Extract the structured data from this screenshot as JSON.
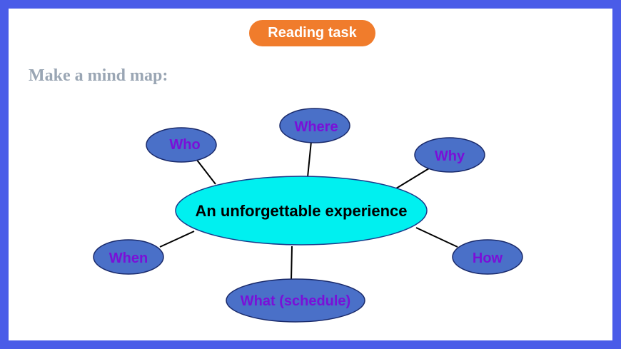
{
  "header": {
    "badge_label": "Reading task"
  },
  "instruction": "Make a mind map:",
  "mind_map": {
    "center": "An unforgettable experience",
    "nodes": {
      "who": "Who",
      "where": "Where",
      "why": "Why",
      "when": "When",
      "how": "How",
      "what": "What (schedule)"
    }
  },
  "colors": {
    "frame": "#4a5ce8",
    "badge": "#f07c2c",
    "center_fill": "#00f0f0",
    "node_fill": "#4a70c8",
    "node_text": "#7a10d8",
    "instruction_text": "#9aa6b4"
  }
}
